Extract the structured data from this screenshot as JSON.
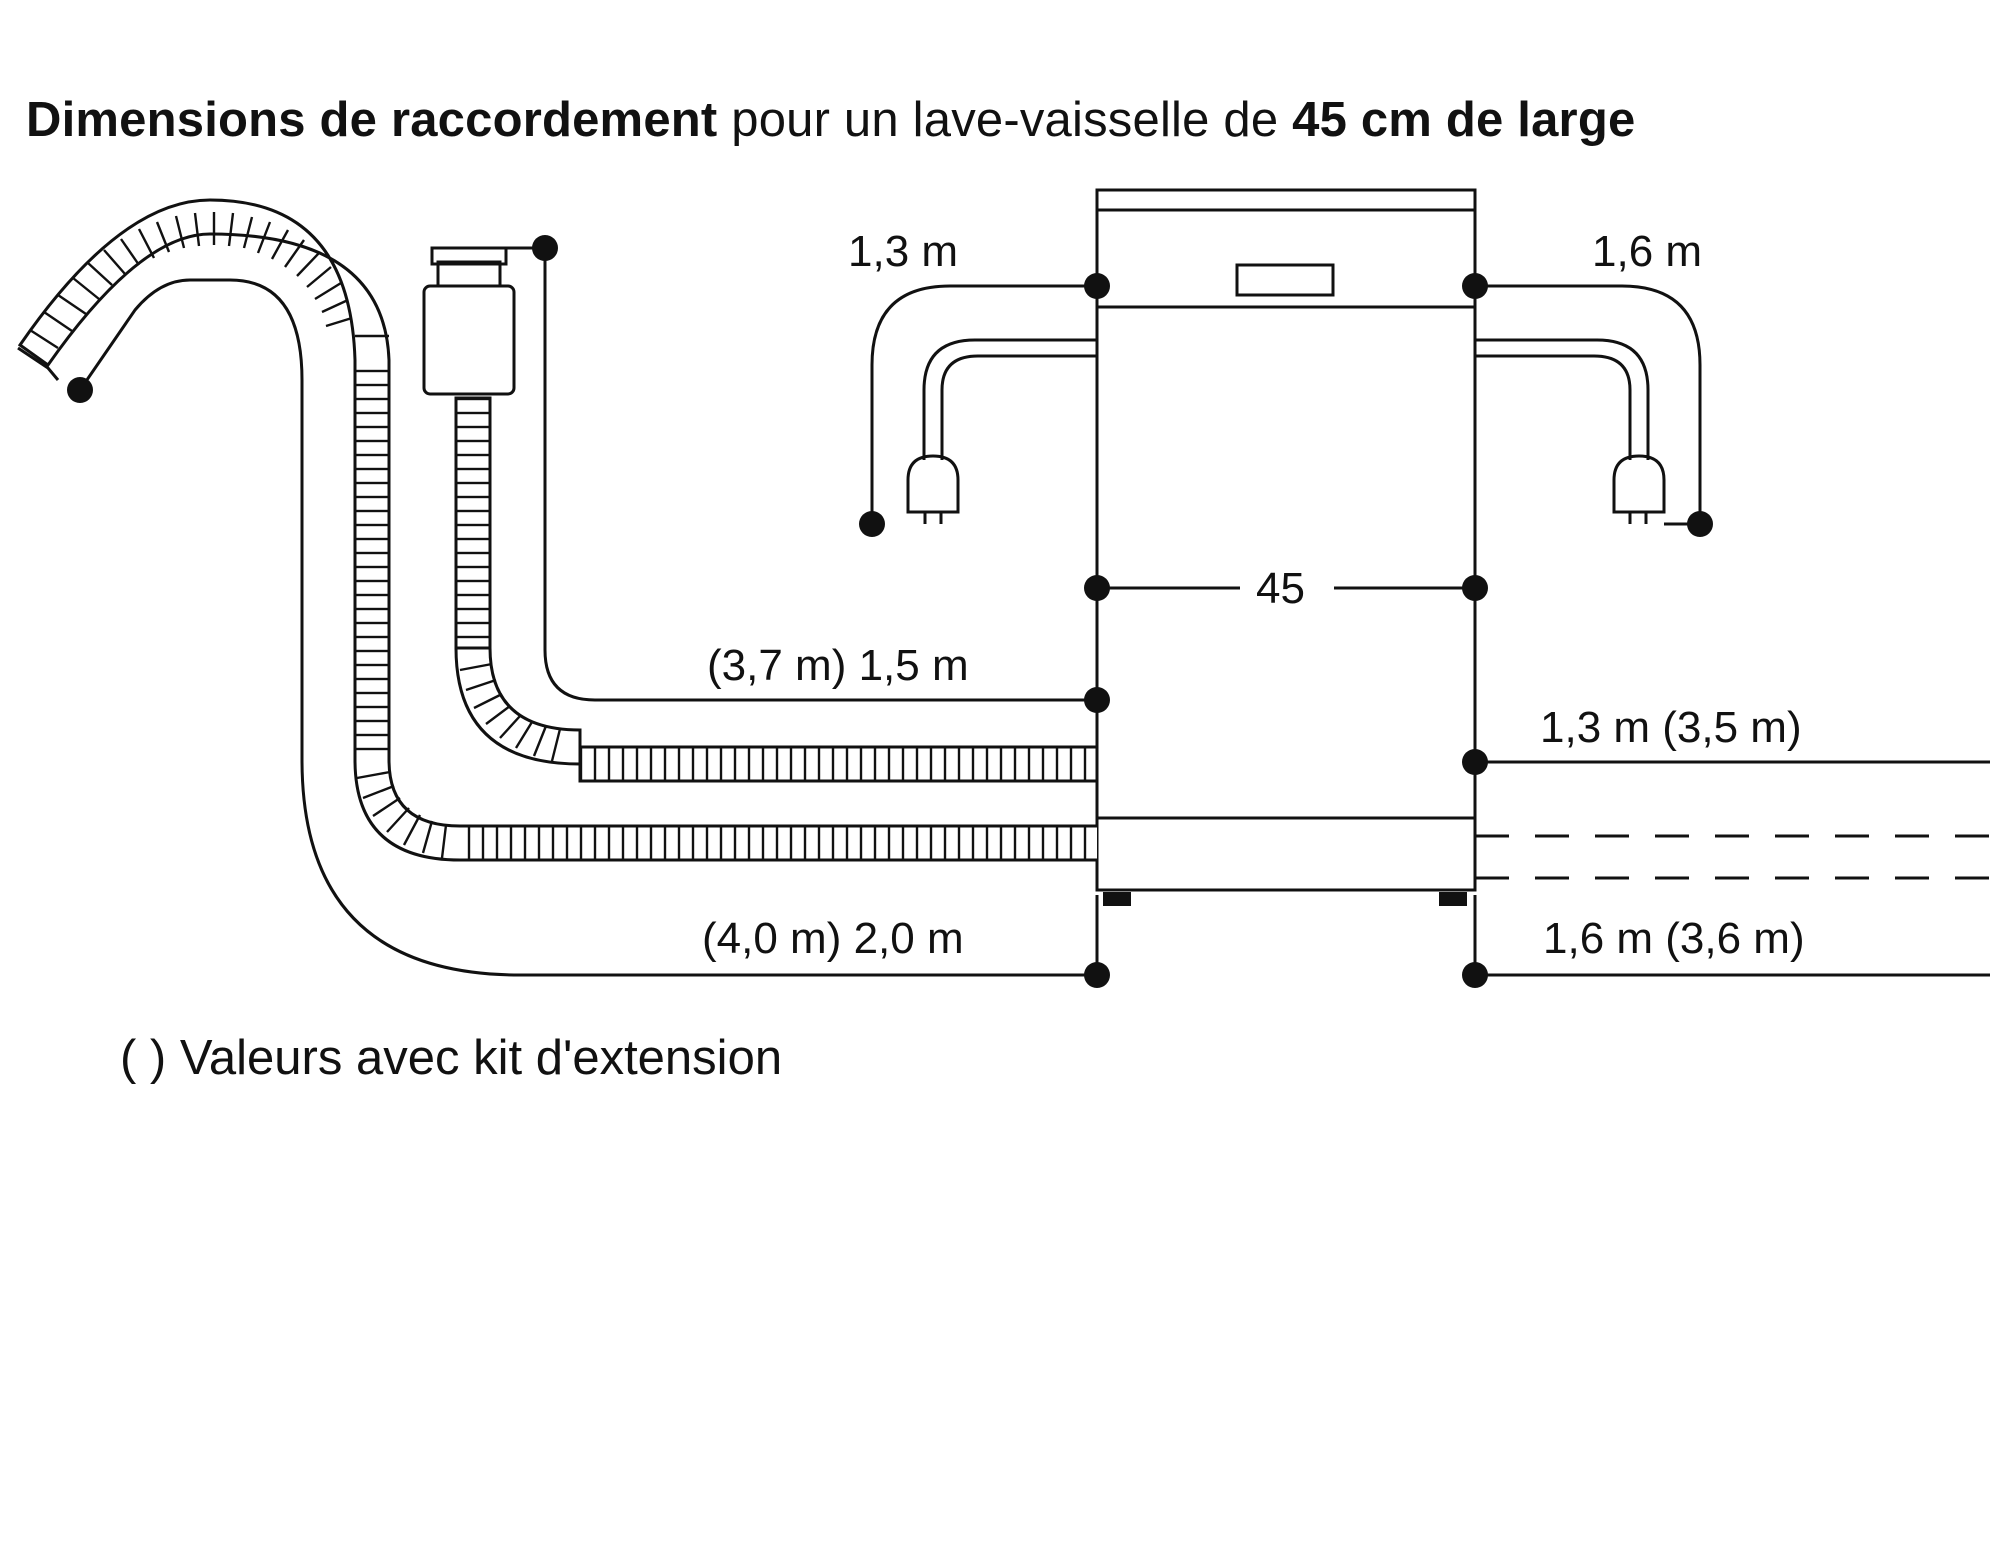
{
  "title": {
    "part1": "Dimensions de raccordement",
    "part2": "pour un lave-vaisselle de",
    "part3": "45 cm",
    "part4": "de large"
  },
  "footnote": "( ) Valeurs avec kit d'extension",
  "labels": {
    "power_left": "1,3 m",
    "power_right": "1,6 m",
    "width": "45",
    "drain_left": "(3,7 m) 1,5 m",
    "inlet_left": "(4,0 m) 2,0 m",
    "drain_right": "1,3 m (3,5 m)",
    "inlet_right": "1,6 m (3,6 m)"
  }
}
